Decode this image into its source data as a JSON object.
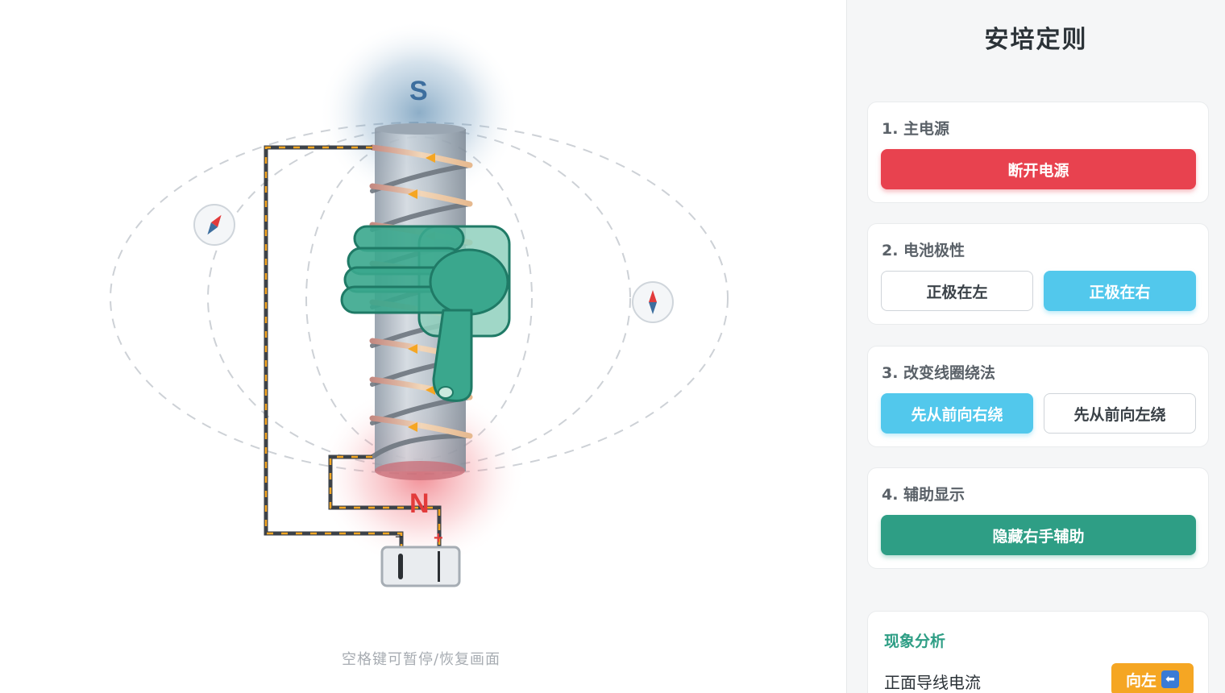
{
  "stage": {
    "hint": "空格键可暂停/恢复画面",
    "pole_top": "S",
    "pole_bottom": "N"
  },
  "panel": {
    "title": "安培定则",
    "power": {
      "title": "1. 主电源",
      "button": "断开电源"
    },
    "polarity": {
      "title": "2. 电池极性",
      "left_button": "正极在左",
      "right_button": "正极在右",
      "selected": "right"
    },
    "winding": {
      "title": "3. 改变线圈绕法",
      "right_button": "先从前向右绕",
      "left_button": "先从前向左绕",
      "selected": "right"
    },
    "assist": {
      "title": "4. 辅助显示",
      "button": "隐藏右手辅助"
    },
    "analysis": {
      "title": "现象分析",
      "label": "正面导线电流",
      "badge": "向左"
    }
  },
  "colors": {
    "red": "#e8424f",
    "blue": "#52c8ec",
    "green": "#2e9e85",
    "orange": "#f5a623",
    "south": "#3d6e9e",
    "north": "#e23b3b"
  },
  "icons": [
    "compass-icon",
    "battery-icon",
    "hand-icon",
    "left-arrow-icon"
  ]
}
